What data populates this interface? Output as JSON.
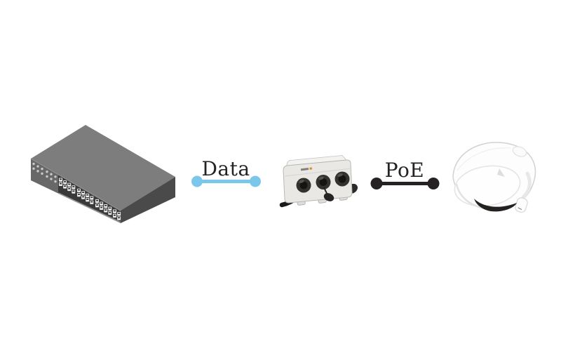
{
  "diagram": {
    "background_color": "#ffffff",
    "text_color": "#262223",
    "devices": {
      "switch": {
        "icon": "network-switch"
      },
      "midspan": {
        "icon": "poe-midspan-injector"
      },
      "camera": {
        "icon": "dome-network-camera"
      }
    },
    "links": {
      "data": {
        "label": "Data",
        "color": "#7bc6eb"
      },
      "poe": {
        "label": "PoE",
        "color": "#262223"
      }
    }
  }
}
